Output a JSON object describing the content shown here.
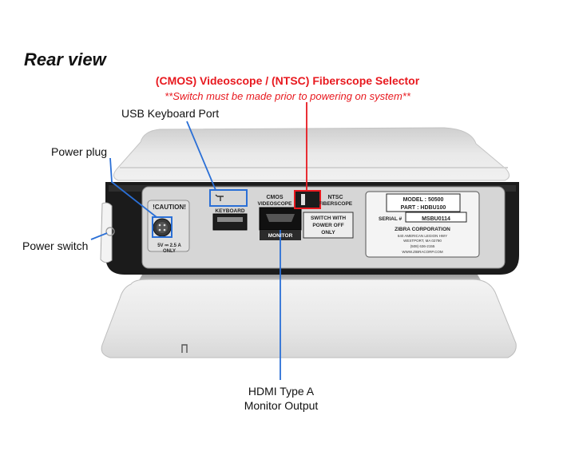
{
  "heading": "Rear view",
  "callouts": {
    "selector_title": "(CMOS) Videoscope / (NTSC) Fiberscope Selector",
    "selector_note": "**Switch must be made prior to powering on system**",
    "usb": "USB Keyboard Port",
    "power_plug": "Power plug",
    "power_switch": "Power switch",
    "hdmi_line1": "HDMI Type A",
    "hdmi_line2": "Monitor Output"
  },
  "panel": {
    "caution": "!CAUTION!",
    "voltage_line1": "5V ⎓ 2.5 A",
    "voltage_line2": "ONLY",
    "keyboard": "KEYBOARD",
    "cmos_line1": "CMOS",
    "cmos_line2": "VIDEOSCOPE",
    "ntsc_line1": "NTSC",
    "ntsc_line2": "FIBERSCOPE",
    "monitor": "MONITOR",
    "switch_note_line1": "SWITCH WITH",
    "switch_note_line2": "POWER OFF",
    "switch_note_line3": "ONLY"
  },
  "label_plate": {
    "model": "MODEL : 50500",
    "part": "PART : HDBU100",
    "serial_label": "SERIAL #",
    "serial_value": "MSBU0114",
    "company": "ZIBRA CORPORATION",
    "address_line1": "640 AMERICAN LEGION HWY",
    "address_line2": "WESTPORT, MA 02790",
    "phone": "(508) 636-2155",
    "website": "WWW.ZIBRACORP.COM"
  },
  "colors": {
    "red_accent": "#e8191f",
    "blue_pointer": "#2a6fd6",
    "housing": "#e6e6e6",
    "panel_black": "#1b1b1b",
    "panel_plate": "#d9d9d9"
  }
}
